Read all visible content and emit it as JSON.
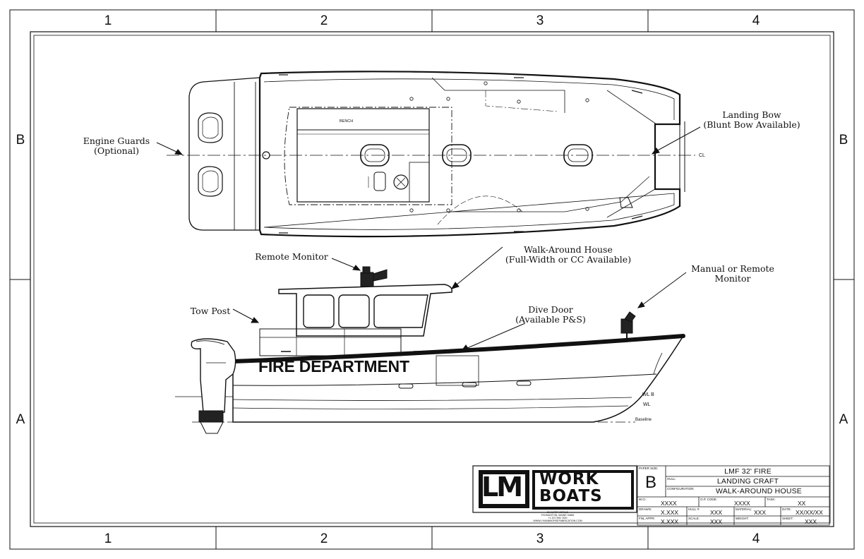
{
  "zones": {
    "columns": [
      "1",
      "2",
      "3",
      "4"
    ],
    "rows": [
      "B",
      "A"
    ]
  },
  "callouts": {
    "engine_guards": [
      "Engine Guards",
      "(Optional)"
    ],
    "landing_bow": [
      "Landing Bow",
      "(Blunt Bow Available)"
    ],
    "remote_monitor": [
      "Remote Monitor"
    ],
    "walk_around_house": [
      "Walk-Around House",
      "(Full-Width or CC Available)"
    ],
    "manual_remote_monitor": [
      "Manual or Remote",
      "Monitor"
    ],
    "tow_post": [
      "Tow Post"
    ],
    "dive_door": [
      "Dive Door",
      "(Available P&S)"
    ]
  },
  "plan_labels": {
    "bench": "BENCH",
    "centerline": "CL"
  },
  "profile_labels": {
    "hull_text": "FIRE DEPARTMENT",
    "wl_b": "WL  B",
    "wl": "WL",
    "baseline": "Baseline"
  },
  "logo": {
    "mark": "LM",
    "line1": "WORK",
    "line2": "BOATS",
    "address": [
      "29 ALTER CIRCLE",
      "THOMASTON, MAINE 04861",
      "+1 207.594.7400",
      "WWW.LYMANMORSEFABRICATION.COM"
    ]
  },
  "title_block": {
    "paper_size_label": "PAPER SIZE:",
    "paper_size": "B",
    "name": "LMF 32' FIRE",
    "hull_label": "HULL:",
    "hull": "LANDING CRAFT",
    "config_label": "CONFIGURATION:",
    "config": "WALK-AROUND HOUSE",
    "wo_label": "W.O.:",
    "wo": "XXXX",
    "op_code_label": "O.P. CODE:",
    "op_code": "XXXX",
    "task_label": "TASK:",
    "task": "XX",
    "drawn_label": "DRAWN:",
    "drawn": "X.XXX",
    "hull_no_label": "HULL #:",
    "hull_no": "XXX",
    "material_label": "MATERIAL:",
    "material": "XXX",
    "date_label": "DATE:",
    "date": "XX/XX/XX",
    "final_appr_label": "FNL APPR:",
    "final_appr": "X.XXX",
    "scale_label": "SCALE:",
    "scale": "XXX",
    "weight_label": "WEIGHT:",
    "weight": "",
    "sheet_label": "SHEET:",
    "sheet": "XXX"
  }
}
